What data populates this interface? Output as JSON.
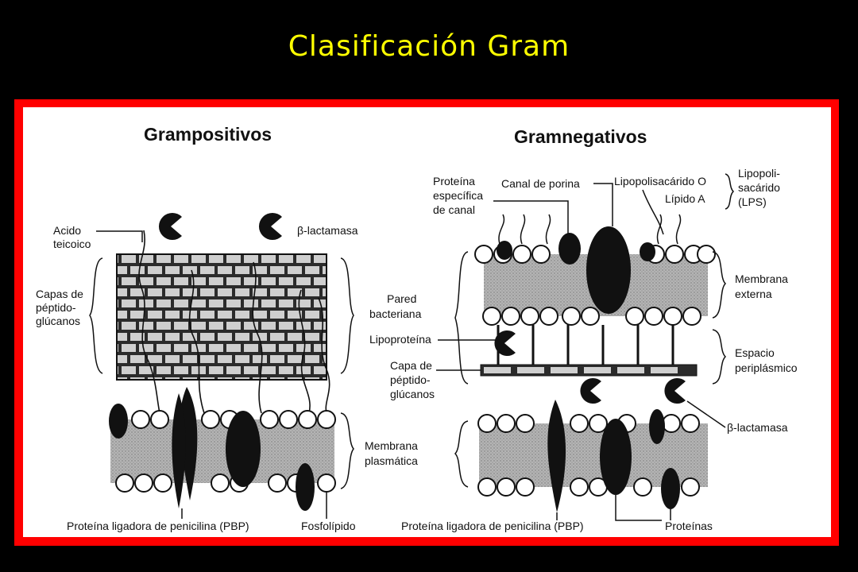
{
  "slide": {
    "title": "Clasificación Gram"
  },
  "left": {
    "header": "Grampositivos",
    "labels": {
      "acido": [
        "Acido",
        "teicoico"
      ],
      "capas": [
        "Capas de",
        "péptido-",
        "glúcanos"
      ],
      "lactamasa": "β-lactamasa",
      "pared": [
        "Pared",
        "bacteriana"
      ],
      "membrana": [
        "Membrana",
        "plasmática"
      ],
      "pbp": "Proteína ligadora de penicilina (PBP)",
      "fosfolipido": "Fosfolípido"
    }
  },
  "right": {
    "header": "Gramnegativos",
    "labels": {
      "proteina_canal": [
        "Proteína",
        "específica",
        "de canal"
      ],
      "porina": "Canal de porina",
      "lipopolisacarido": [
        "Lipopolisacárido O",
        "Lípido A"
      ],
      "lps": [
        "Lipopoli-",
        "sacárido",
        "(LPS)"
      ],
      "membrana_ext": [
        "Membrana",
        "externa"
      ],
      "lipoproteina": "Lipoproteína",
      "capa": [
        "Capa de",
        "péptido-",
        "glúcanos"
      ],
      "espacio": [
        "Espacio",
        "periplásmico"
      ],
      "lactamasa": "β-lactamasa",
      "pbp": "Proteína ligadora de penicilina (PBP)",
      "proteinas": "Proteínas"
    }
  },
  "colors": {
    "title": "#ffff00",
    "frame": "#ff0000",
    "panel": "#ffffff",
    "ink": "#111111",
    "membrane": "#a8a8a8"
  }
}
